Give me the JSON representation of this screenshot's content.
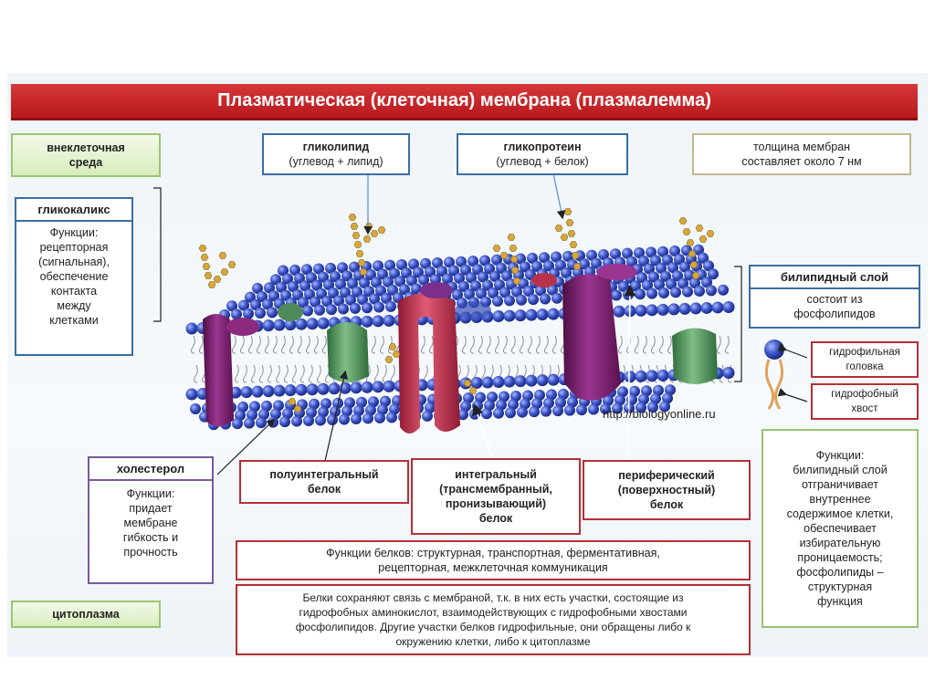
{
  "title": "Плазматическая (клеточная) мембрана (плазмалемма)",
  "extracellular": {
    "line1": "внеклеточная",
    "line2": "среда"
  },
  "cytoplasm": "цитоплазма",
  "glycocalyx": {
    "title": "гликокаликс",
    "lines": [
      "Функции:",
      "рецепторная",
      "(сигнальная),",
      "обеспечение",
      "контакта",
      "между",
      "клетками"
    ]
  },
  "glycolipid": {
    "name": "гликолипид",
    "desc": "(углевод + липид)"
  },
  "glycoprotein": {
    "name": "гликопротеин",
    "desc": "(углевод + белок)"
  },
  "thickness": {
    "line1": "толщина мембран",
    "line2": "составляет около 7 нм"
  },
  "bilipid": {
    "title": "билипидный слой",
    "line1": "состоит из",
    "line2": "фосфолипидов"
  },
  "hydrophilic": {
    "line1": "гидрофильная",
    "line2": "головка"
  },
  "hydrophobic": {
    "line1": "гидрофобный",
    "line2": "хвост"
  },
  "url": "http://biologyonline.ru",
  "bilipid_functions": {
    "lines": [
      "Функции:",
      "билипидный слой",
      "отграничивает",
      "внутреннее",
      "содержимое клетки,",
      "обеспечивает",
      "избирательную",
      "проницаемость;",
      "фосфолипиды –",
      "структурная",
      "функция"
    ]
  },
  "cholesterol": {
    "title": "холестерол",
    "lines": [
      "Функции:",
      "придает",
      "мембране",
      "гибкость и",
      "прочность"
    ]
  },
  "semi_integral": {
    "line1": "полуинтегральный",
    "line2": "белок"
  },
  "integral": {
    "line1": "интегральный",
    "line2": "(трансмембранный,",
    "line3": "пронизывающий)",
    "line4": "белок"
  },
  "peripheral": {
    "line1": "периферический",
    "line2": "(поверхностный)",
    "line3": "белок"
  },
  "protein_functions": {
    "line1": "Функции белков: структурная, транспортная, ферментативная,",
    "line2": "рецепторная, межклеточная коммуникация"
  },
  "protein_connection": {
    "line1": "Белки сохраняют связь с мембраной, т.к. в них есть участки, состоящие из",
    "line2": "гидрофобных аминокислот, взаимодействующих с гидрофобными хвостами",
    "line3": "фосфолипидов. Другие участки белков гидрофильные, они обращены либо к",
    "line4": "окружению клетки, либо к цитоплазме"
  },
  "colors": {
    "title_red": "#c4262b",
    "lipid_blue": "#3c55c8",
    "protein_purple": "#7a1f6e",
    "protein_red": "#b8324a",
    "protein_green": "#4f8a5a",
    "sugar_gold": "#d6a73a"
  }
}
